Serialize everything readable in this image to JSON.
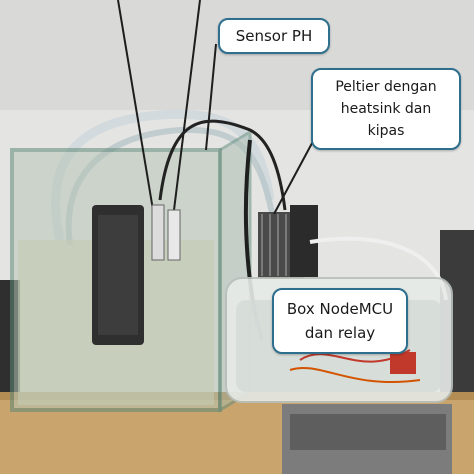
{
  "image": {
    "subject": "Aquarium monitoring setup photo",
    "callouts": {
      "sensor_ph": "Sensor PH",
      "peltier_line1": "Peltier dengan",
      "peltier_line2": "heatsink dan",
      "peltier_line3": "kipas",
      "box_line1": "Box NodeMCU",
      "box_line2": "dan relay"
    },
    "colors": {
      "callout_border": "#2e6f8e",
      "wall": "#e6e6e6",
      "wooden_shelf": "#c8a26a",
      "glass_tank": "#8fb0a0",
      "water": "#c9d2b8"
    }
  }
}
